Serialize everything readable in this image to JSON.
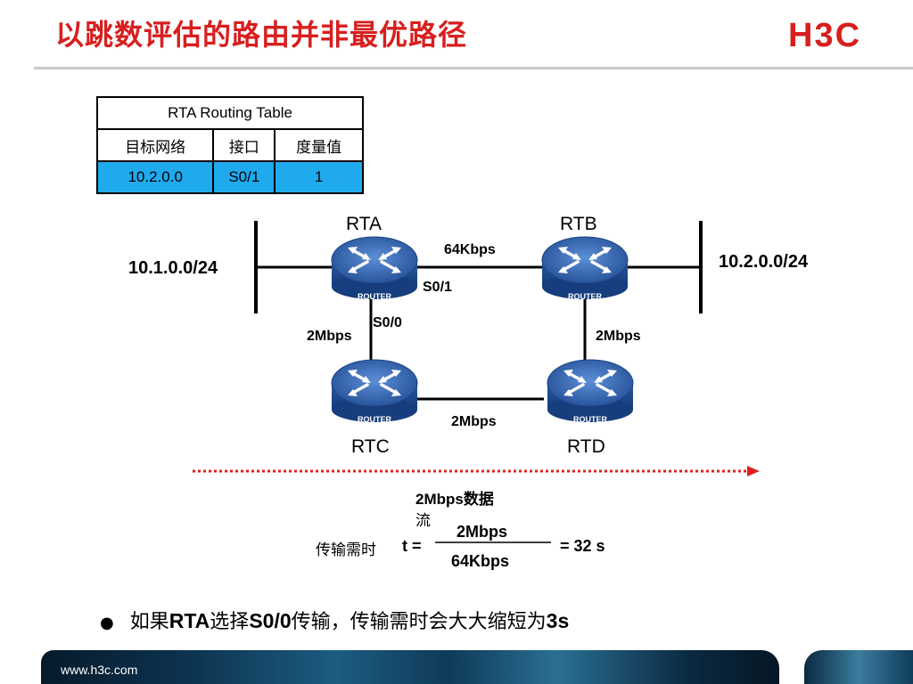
{
  "slide": {
    "title": "以跳数评估的路由并非最优路径",
    "logo_text": "H3C",
    "footer_url": "www.h3c.com"
  },
  "routing_table": {
    "caption": "RTA Routing Table",
    "headers": [
      "目标网络",
      "接口",
      "度量值"
    ],
    "rows": [
      [
        "10.2.0.0",
        "S0/1",
        "1"
      ]
    ]
  },
  "routers": {
    "rta": "RTA",
    "rtb": "RTB",
    "rtc": "RTC",
    "rtd": "RTD",
    "device_label": "ROUTER"
  },
  "networks": {
    "left": "10.1.0.0/24",
    "right": "10.2.0.0/24"
  },
  "links": {
    "rta_rtb": "64Kbps",
    "rta_rtc": "2Mbps",
    "rtb_rtd": "2Mbps",
    "rtc_rtd": "2Mbps"
  },
  "interfaces": {
    "rta_to_rtb": "S0/1",
    "rta_to_rtc": "S0/0"
  },
  "flow": {
    "label": "2Mbps数据流",
    "label_line1": "2Mbps数据",
    "label_line2": "流"
  },
  "formula": {
    "prefix": "传输需时",
    "var": "t =",
    "numerator": "2Mbps",
    "denominator": "64Kbps",
    "result": "= 32 s"
  },
  "bullet": {
    "p1": "如果",
    "p2": "RTA",
    "p3": "选择",
    "p4": "S0/0",
    "p5": "传输，传输需时会大大缩短为",
    "p6": "3s"
  },
  "colors": {
    "title": "#d81e1e",
    "router_body": "#2f5fa8",
    "table_highlight": "#1faaee",
    "flow_arrow": "#e02020"
  },
  "icons": [
    "router-icon",
    "h3c-logo",
    "bullet-dot-icon"
  ]
}
